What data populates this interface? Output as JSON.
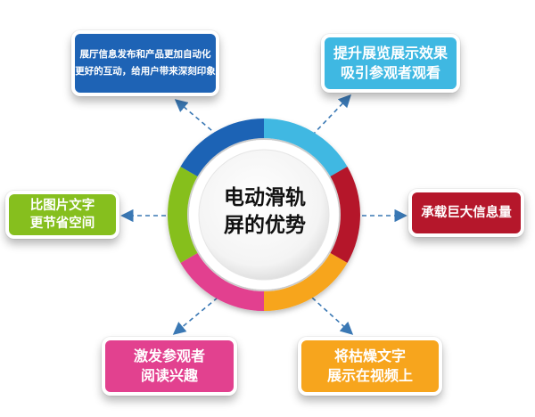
{
  "center": {
    "line1": "电动滑轨",
    "line2": "屏的优势"
  },
  "boxes": {
    "top_left": {
      "line1": "展厅信息发布和产品更加自动化",
      "line2": "更好的互动，给用户带来深刻印象",
      "color": "#1e63b5"
    },
    "top_right": {
      "line1": "提升展览展示效果",
      "line2": "吸引参观者观看",
      "color": "#3fb8e2"
    },
    "left": {
      "line1": "比图片文字",
      "line2": "更节省空间",
      "color": "#86bf1e"
    },
    "right": {
      "line1": "承载巨大信息量",
      "color": "#b5172b"
    },
    "bottom_left": {
      "line1": "激发参观者",
      "line2": "阅读兴趣",
      "color": "#e2418f"
    },
    "bottom_right": {
      "line1": "将枯燥文字",
      "line2": "展示在视频上",
      "color": "#f7a51d"
    }
  },
  "ring": {
    "segments": [
      {
        "color": "#3fb8e2"
      },
      {
        "color": "#b5172b"
      },
      {
        "color": "#f7a51d"
      },
      {
        "color": "#e2418f"
      },
      {
        "color": "#86bf1e"
      },
      {
        "color": "#1e63b5"
      }
    ],
    "arrow_color": "#3a78b4"
  }
}
